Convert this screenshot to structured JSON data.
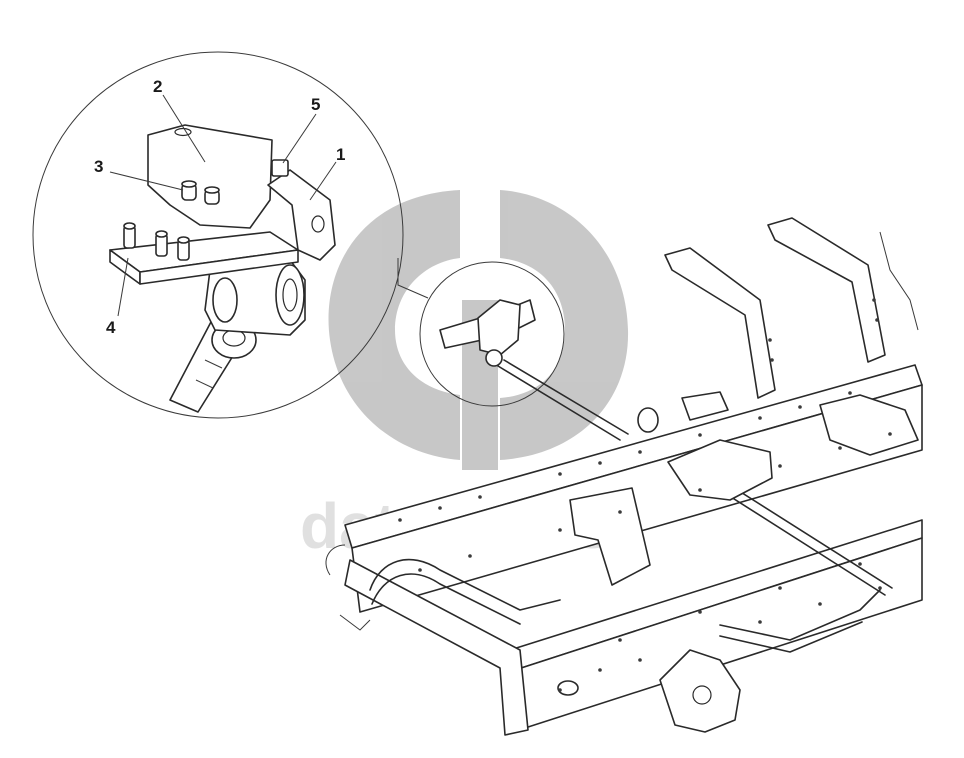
{
  "callouts": [
    {
      "id": "1",
      "label": "1"
    },
    {
      "id": "2",
      "label": "2"
    },
    {
      "id": "3",
      "label": "3"
    },
    {
      "id": "4",
      "label": "4"
    },
    {
      "id": "5",
      "label": "5"
    }
  ],
  "watermark": {
    "text": "data-parts",
    "color": "#c8c8c8"
  },
  "colors": {
    "line": "#2a2a2a",
    "background": "#ffffff"
  }
}
